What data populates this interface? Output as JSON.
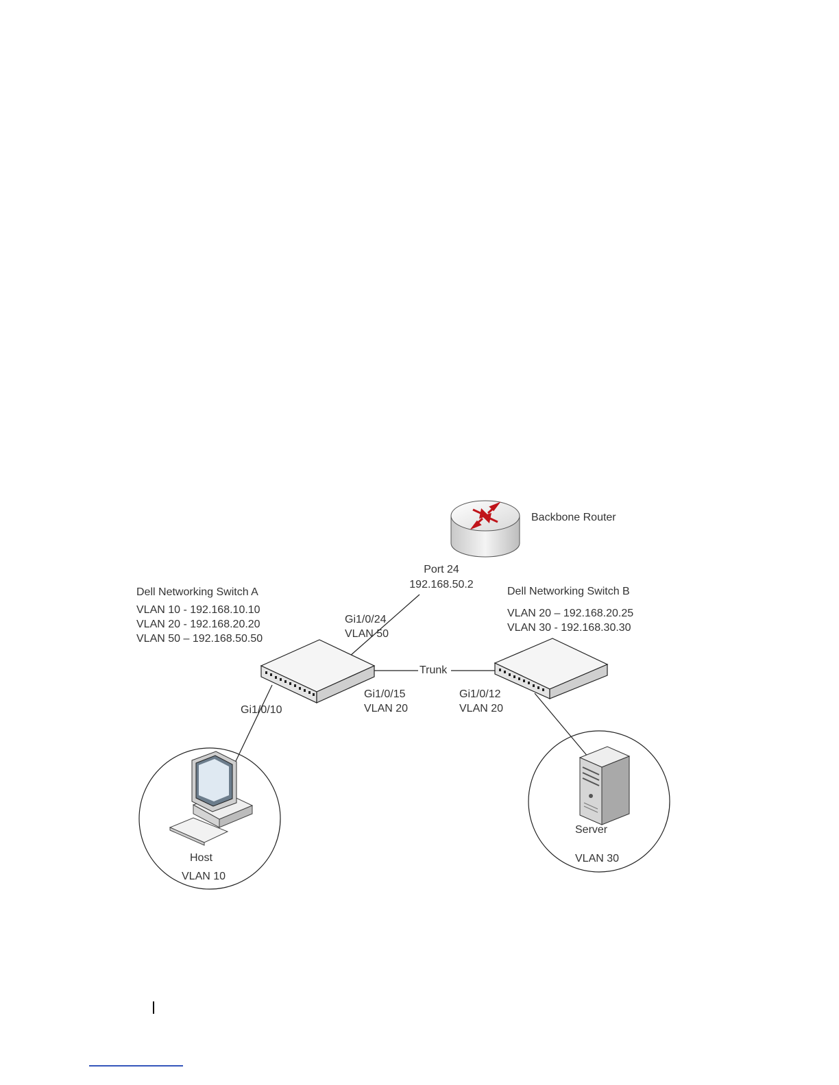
{
  "router": {
    "name": "Backbone Router",
    "port": "Port 24",
    "ip": "192.168.50.2"
  },
  "switch_a": {
    "name": "Dell Networking Switch A",
    "vlans": [
      "VLAN 10 - 192.168.10.10",
      "VLAN 20 - 192.168.20.20",
      "VLAN 50 – 192.168.50.50"
    ],
    "uplink_port": "Gi1/0/24",
    "uplink_vlan": "VLAN 50",
    "trunk_port": "Gi1/0/15",
    "trunk_vlan": "VLAN 20",
    "host_port": "Gi1/0/10"
  },
  "switch_b": {
    "name": "Dell Networking Switch B",
    "vlans": [
      "VLAN 20 – 192.168.20.25",
      "VLAN 30 - 192.168.30.30"
    ],
    "trunk_port": "Gi1/0/12",
    "trunk_vlan": "VLAN 20"
  },
  "trunk_label": "Trunk",
  "host": {
    "name": "Host",
    "vlan": "VLAN 10"
  },
  "server": {
    "name": "Server",
    "vlan": "VLAN 30"
  },
  "icons": [
    "router-icon",
    "switch-icon",
    "computer-icon",
    "server-icon"
  ]
}
